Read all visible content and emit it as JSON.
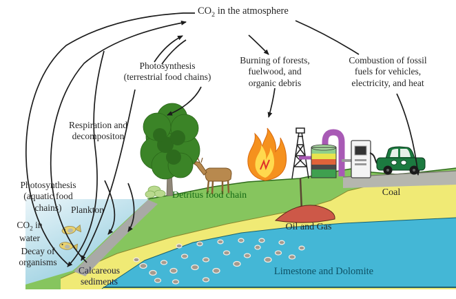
{
  "diagram": {
    "labels": {
      "atmosphere": {
        "prefix": "CO",
        "subscript": "2",
        "suffix": " in the atmosphere"
      },
      "photosynthesis_terrestrial": {
        "line1": "Photosynthesis",
        "line2": "(terrestrial food chains)"
      },
      "burning": {
        "line1": "Burning of forests,",
        "line2": "fuelwood, and",
        "line3": "organic debris"
      },
      "combustion": {
        "line1": "Combustion of fossil",
        "line2": "fuels for vehicles,",
        "line3": "electricity, and heat"
      },
      "respiration": {
        "line1": "Respiration and",
        "line2": "decompositon"
      },
      "photosynthesis_aquatic": {
        "line1": "Photosynthesis",
        "line2": "(aquatic food",
        "line3": "chains)"
      },
      "plankton": "Plankton",
      "co2_in_water": {
        "prefix": "CO",
        "subscript": "2",
        "suffix": " in",
        "line2": "water"
      },
      "decay_of_organisms": {
        "line1": "Decay of",
        "line2": "organisms"
      },
      "calcareous_sediments": {
        "line1": "Calcareous",
        "line2": "sediments"
      },
      "detritus_food_chain": "Detritus food chain",
      "oil_and_gas": "Oil and Gas",
      "coal": "Coal",
      "limestone_dolomite": "Limestone and Dolomite"
    },
    "icons": [
      "tree-icon",
      "moose-icon",
      "fire-icon",
      "oil-derrick-icon",
      "refinery-pipe-icon",
      "storage-tank-icon",
      "fuel-pump-icon",
      "car-icon",
      "fish-icon",
      "rock-icon"
    ],
    "colors": {
      "land_green": "#86c55e",
      "sediment_yellow": "#f0ea75",
      "limestone_cyan": "#44b7d6",
      "slope_gray": "#a9a9a6",
      "road_gray": "#b5b6ae",
      "fire_orange": "#f5911e",
      "fire_yellow": "#ffd94e",
      "refinery_purple": "#a85ab5",
      "car_green": "#1c7a40",
      "oil_red": "#cd5848",
      "tree_green": "#3b8427",
      "moose_brown": "#b8894e",
      "detritus_text_green": "#156b15",
      "limestone_text_teal": "#0d4f63",
      "arrow_black": "#1c1c1c"
    }
  }
}
